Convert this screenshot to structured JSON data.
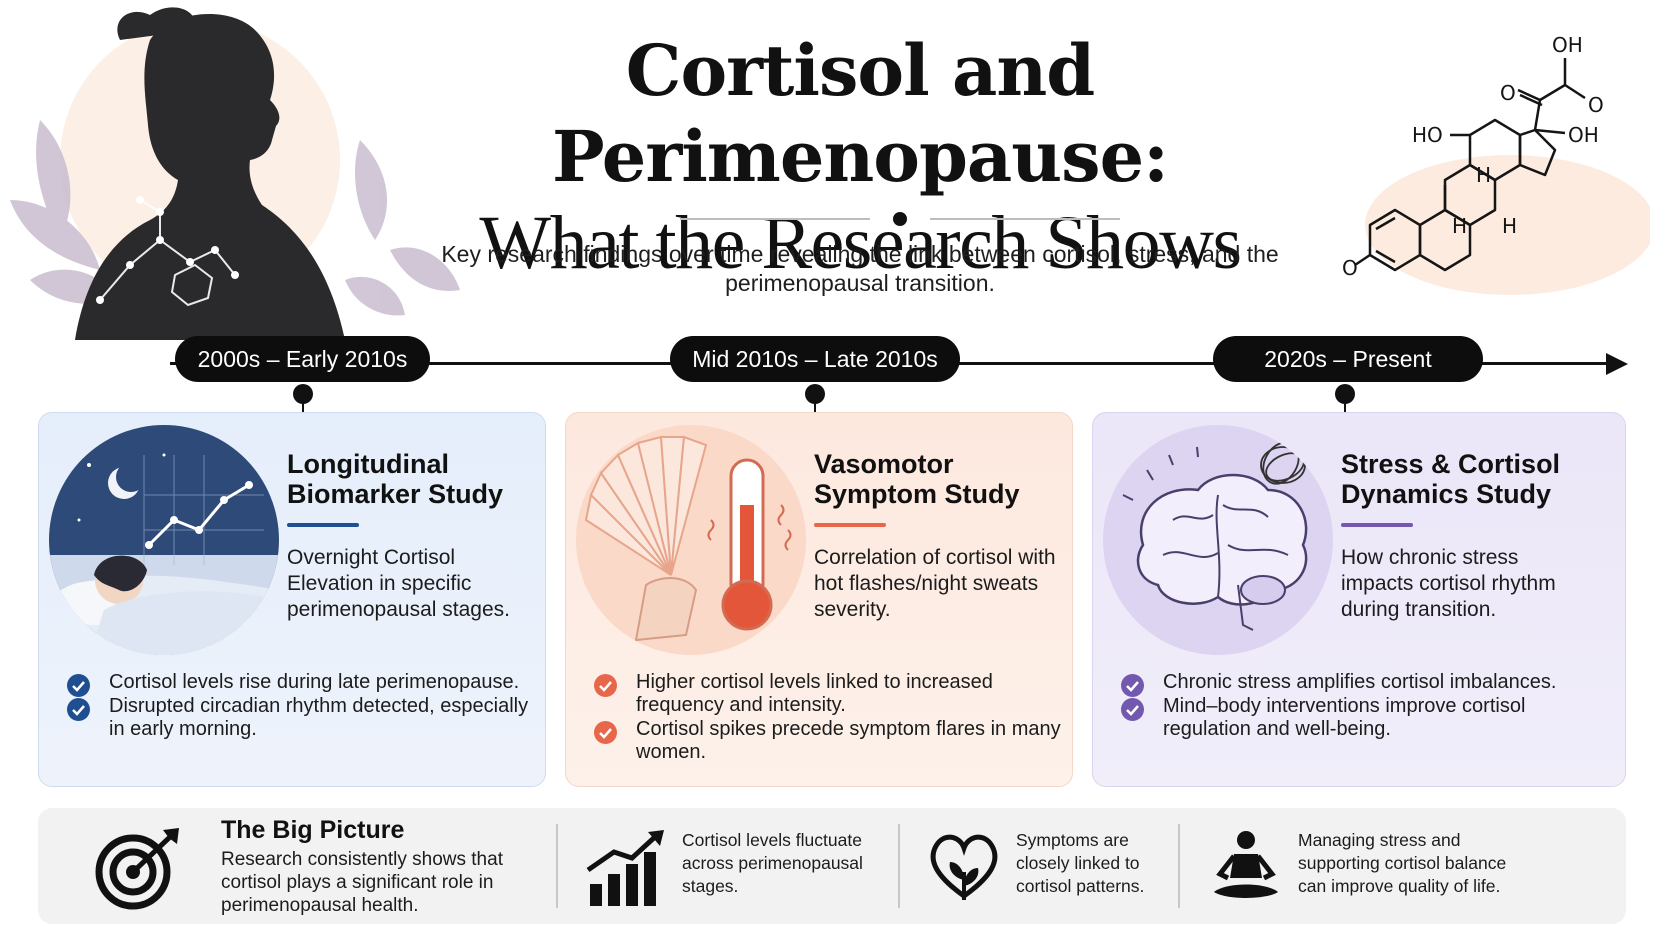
{
  "header": {
    "title_line1": "Cortisol and Perimenopause:",
    "title_line2": "What the Research Shows",
    "subtitle": "Key research findings over time revealing the link between cortisol, stress, and the perimenopausal transition.",
    "molecule_labels": [
      "OH",
      "O",
      "O",
      "HO",
      "OH",
      "H",
      "H",
      "H",
      "O"
    ]
  },
  "timeline": {
    "eras": [
      "2000s – Early 2010s",
      "Mid 2010s – Late 2010s",
      "2020s – Present"
    ]
  },
  "studies": [
    {
      "title_line1": "Longitudinal",
      "title_line2": "Biomarker Study",
      "description": "Overnight Cortisol Elevation in specific perimenopausal stages.",
      "accent": "#1f4f91",
      "findings": [
        "Cortisol levels rise during late perimenopause.",
        "Disrupted circadian rhythm detected, especially in early morning."
      ]
    },
    {
      "title_line1": "Vasomotor",
      "title_line2": "Symptom Study",
      "description": "Correlation of cortisol with hot flashes/night sweats severity.",
      "accent": "#e8674a",
      "findings": [
        "Higher cortisol levels linked to increased frequency and intensity.",
        "Cortisol spikes precede symptom flares in many women."
      ]
    },
    {
      "title_line1": "Stress & Cortisol",
      "title_line2": "Dynamics Study",
      "description": "How chronic stress impacts cortisol rhythm during transition.",
      "accent": "#7358b0",
      "findings": [
        "Chronic stress amplifies cortisol imbalances.",
        "Mind–body interventions improve cortisol regulation and well-being."
      ]
    }
  ],
  "big_picture": {
    "title": "The Big Picture",
    "text": "Research consistently shows that cortisol plays a significant role in perimenopausal health.",
    "points": [
      {
        "icon": "rising-bar-chart-icon",
        "text": "Cortisol levels fluctuate across perimenopausal stages."
      },
      {
        "icon": "heart-leaf-icon",
        "text": "Symptoms are closely linked to cortisol patterns."
      },
      {
        "icon": "meditation-icon",
        "text": "Managing stress and supporting cortisol balance can improve quality of life."
      }
    ]
  }
}
